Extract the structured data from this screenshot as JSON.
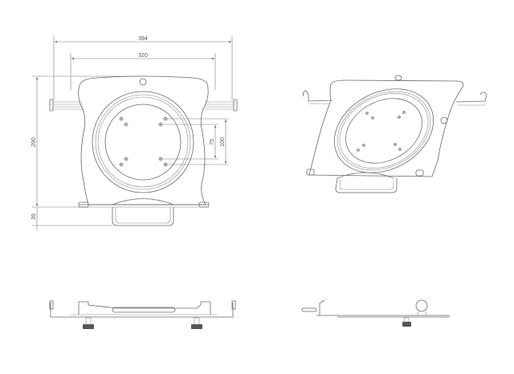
{
  "drawing": {
    "title": "Tablet / laptop holder with VESA mount — technical drawing",
    "views": [
      "front-view",
      "isometric-view",
      "bottom-front-view",
      "side-view"
    ]
  },
  "dimensions": {
    "overall_width": "394",
    "inner_width": "320",
    "height": "290",
    "handle_depth": "39",
    "vesa_small": "75",
    "vesa_large": "100"
  }
}
